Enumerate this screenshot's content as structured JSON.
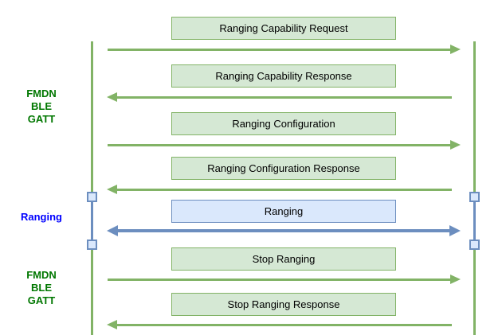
{
  "section_labels": [
    {
      "text": "FMDN\nBLE\nGATT"
    },
    {
      "text": "Ranging"
    },
    {
      "text": "FMDN\nBLE\nGATT"
    }
  ],
  "messages": [
    {
      "label": "Ranging Capability Request",
      "direction": "right",
      "style": "green"
    },
    {
      "label": "Ranging Capability Response",
      "direction": "left",
      "style": "green"
    },
    {
      "label": "Ranging Configuration",
      "direction": "right",
      "style": "green"
    },
    {
      "label": "Ranging Configuration Response",
      "direction": "left",
      "style": "green"
    },
    {
      "label": "Ranging",
      "direction": "both",
      "style": "blue"
    },
    {
      "label": "Stop Ranging",
      "direction": "right",
      "style": "green"
    },
    {
      "label": "Stop Ranging Response",
      "direction": "left",
      "style": "green"
    }
  ],
  "colors": {
    "green_stroke": "#82b366",
    "green_fill": "#d5e8d4",
    "blue_stroke": "#6c8ebf",
    "blue_fill": "#dae8fc",
    "label_green": "#007700",
    "label_blue": "#0000ff"
  }
}
